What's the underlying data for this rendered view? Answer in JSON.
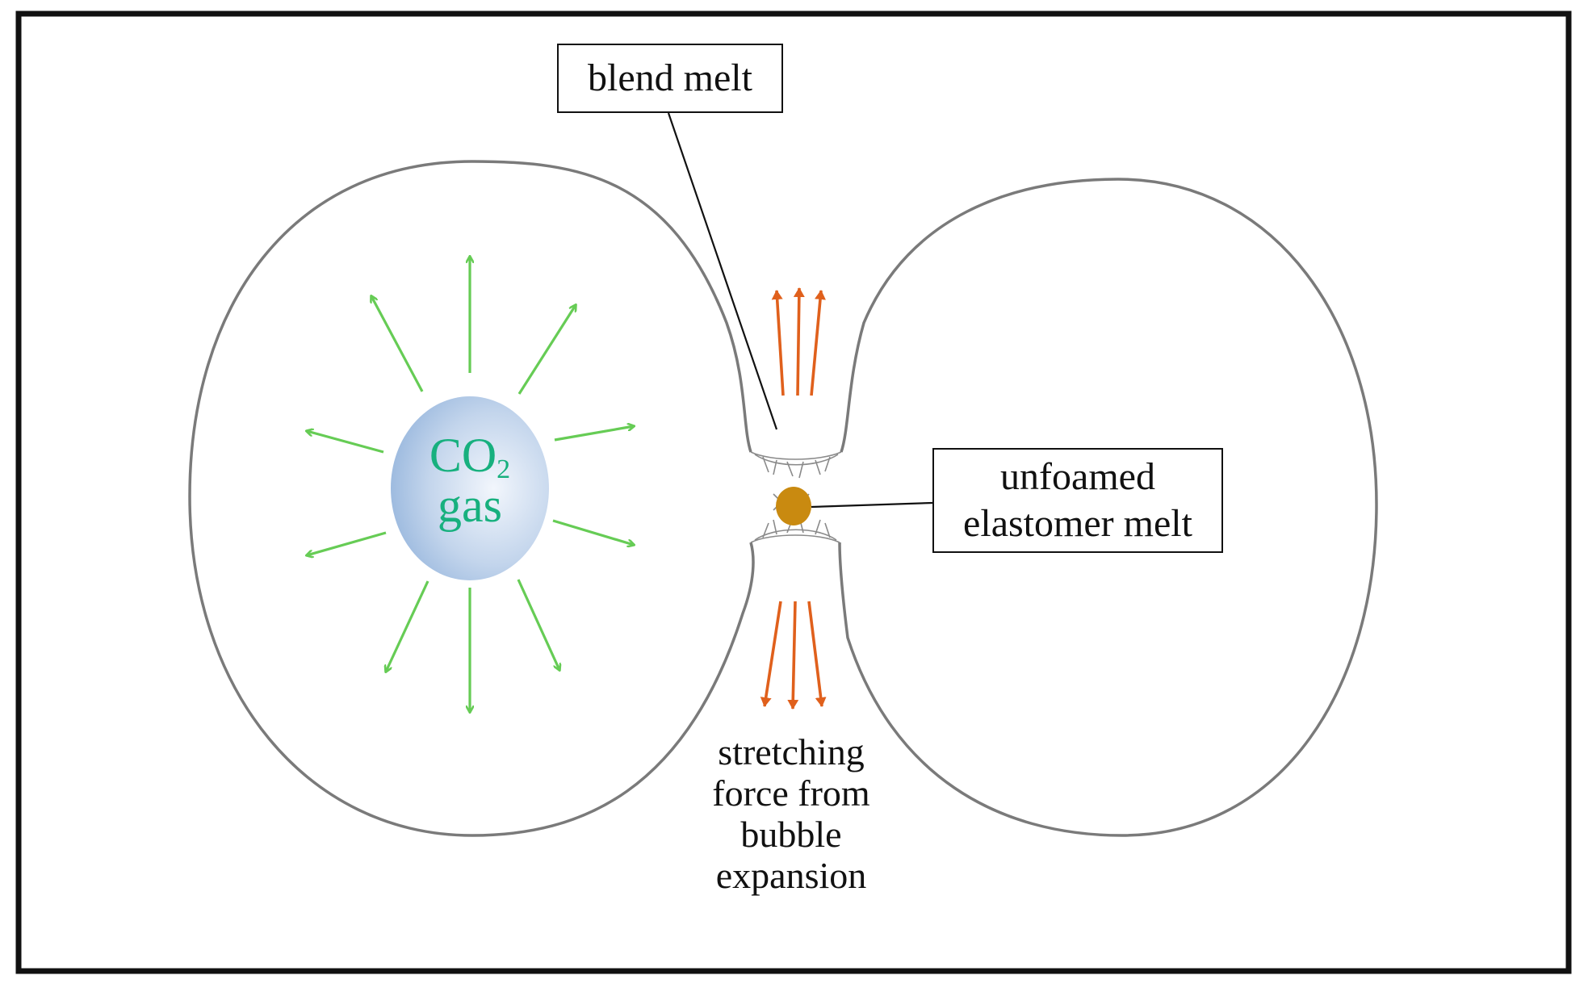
{
  "labels": {
    "blend_melt": "blend melt",
    "unfoamed_line1": "unfoamed",
    "unfoamed_line2": "elastomer melt",
    "gas_formula_base": "CO",
    "gas_formula_sub": "2",
    "gas_word": "gas",
    "force_line1": "stretching",
    "force_line2": "force from",
    "force_line3": "bubble",
    "force_line4": "expansion"
  },
  "colors": {
    "frame": "#111111",
    "bubble_outline": "#7a7a7a",
    "gas_text": "#17b07e",
    "gas_arrows": "#66cc55",
    "force_arrows": "#e0601c",
    "elastomer_droplet": "#c98a10",
    "gas_core_light": "#e8f0fa",
    "gas_core_dark": "#93b4dc"
  }
}
